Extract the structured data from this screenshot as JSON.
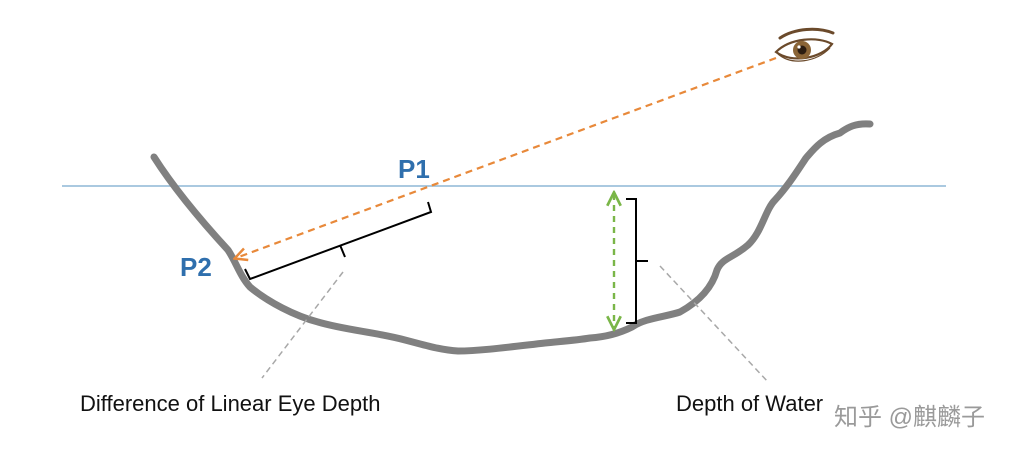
{
  "labels": {
    "p1": "P1",
    "p2": "P2",
    "difference_caption": "Difference of Linear Eye Depth",
    "depth_caption": "Depth of Water"
  },
  "watermark": "知乎 @麒麟子",
  "colors": {
    "water_line": "#8db7d6",
    "terrain": "#808080",
    "view_ray": "#e8893a",
    "depth_arrow": "#7ab648",
    "bracket": "#000000",
    "leader": "#a8a8a8",
    "point_label": "#2f6fad"
  },
  "icons": {
    "eye": "eye-icon"
  }
}
